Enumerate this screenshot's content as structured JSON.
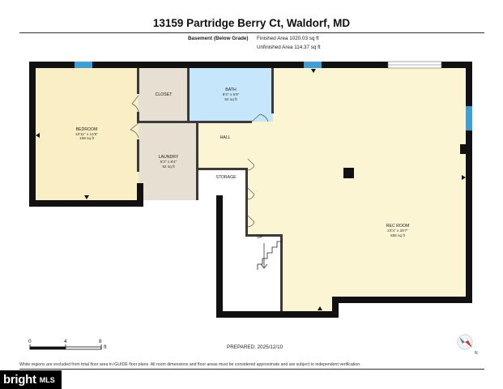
{
  "header": {
    "title": "13159 Partridge Berry Ct, Waldorf, MD",
    "floor_label": "Basement (Below Grade)",
    "finished_area": "Finished Area 1020.03 sq ft",
    "unfinished_area": "Unfinished Area 114.37 sq ft"
  },
  "rooms": {
    "bedroom": {
      "name": "BEDROOM",
      "dims": "10'11\" x 14'6\"",
      "area": "158 sq ft"
    },
    "closet": {
      "name": "CLOSET"
    },
    "bath": {
      "name": "BATH",
      "dims": "9'4\" x 5'9\"",
      "area": "54 sq ft"
    },
    "laundry": {
      "name": "LAUNDRY",
      "dims": "6'3\" x 8'4\"",
      "area": "52 sq ft"
    },
    "hall": {
      "name": "HALL"
    },
    "storage": {
      "name": "STORAGE"
    },
    "rec_room": {
      "name": "REC ROOM",
      "dims": "23'3\" x 26'7\"",
      "area": "555 sq ft"
    },
    "stairs": {
      "label": "UP"
    }
  },
  "scale": {
    "zero": "0",
    "mid": "4",
    "max": "8",
    "unit": "ft"
  },
  "prepared": "PREPARED: 2025/12/10",
  "footnote": "White regions are excluded from total floor area in iGUIDE floor plans. All room dimensions and floor areas must be considered approximate and are subject to independent verification.",
  "compass": {
    "label": "N"
  },
  "logo": {
    "brand": "bright",
    "suffix": "MLS"
  },
  "colors": {
    "bedroom": "#faefc4",
    "closet": "#e7dfd2",
    "bath": "#c6e6fb",
    "laundry": "#e7dfd2",
    "rec_room": "#fcf5d4",
    "wall": "#111111",
    "window": "#3e9fd6"
  }
}
